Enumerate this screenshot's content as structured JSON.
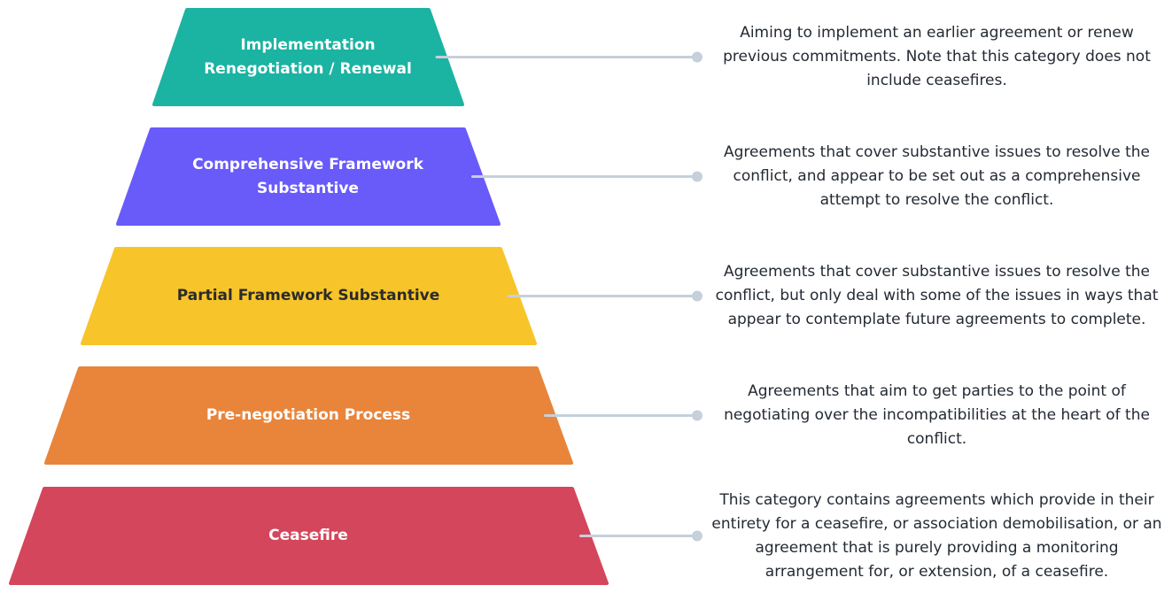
{
  "diagram": {
    "type": "pyramid",
    "connector_color": "#c6d0da",
    "levels": [
      {
        "title": "Implementation\nRenegotiation / Renewal",
        "description": "Aiming to implement an earlier agreement or renew previous commitments. Note that this category does not include ceasefires.",
        "fill": "#1bb3a2",
        "text_color": "#ffffff"
      },
      {
        "title": "Comprehensive Framework Substantive",
        "description": "Agreements that cover substantive issues to resolve the conflict, and appear to be set out as a comprehensive attempt to resolve the conflict.",
        "fill": "#695afa",
        "text_color": "#ffffff"
      },
      {
        "title": "Partial Framework Substantive",
        "description": "Agreements that cover substantive issues to resolve the conflict, but only deal with some of the issues in ways that appear to contemplate future agreements to complete.",
        "fill": "#f7c42a",
        "text_color": "#2b2b2b"
      },
      {
        "title": "Pre-negotiation Process",
        "description": "Agreements that aim to get parties to the point of negotiating over the incompatibilities at the heart of the conflict.",
        "fill": "#e8853b",
        "text_color": "#ffffff"
      },
      {
        "title": "Ceasefire",
        "description": "This category contains agreements which provide in their entirety for a ceasefire, or association demobilisation, or an agreement that is purely providing a monitoring arrangement for, or extension, of a ceasefire.",
        "fill": "#d4465c",
        "text_color": "#ffffff"
      }
    ]
  }
}
